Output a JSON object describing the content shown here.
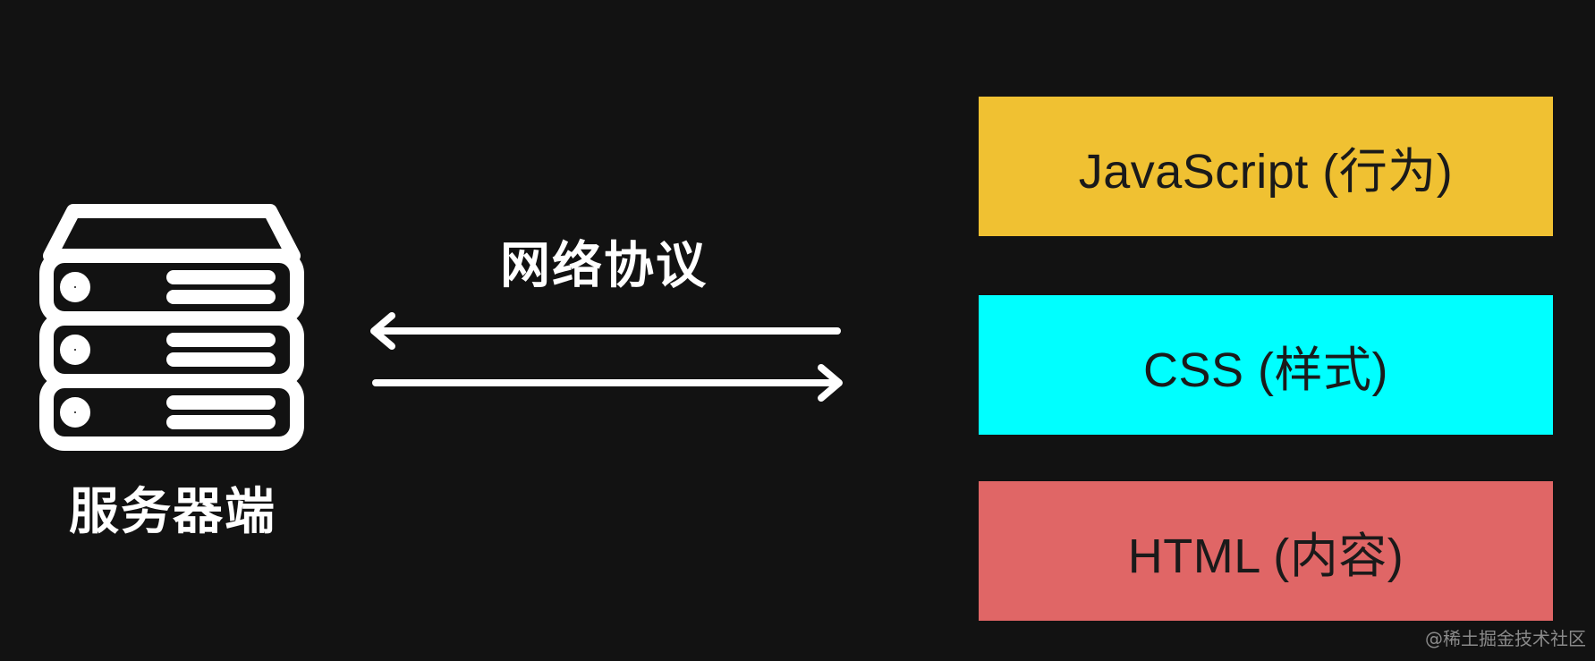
{
  "diagram": {
    "server": {
      "icon": "server-stack-icon",
      "label": "服务器端"
    },
    "connection": {
      "label": "网络协议",
      "arrows": [
        "left-arrow",
        "right-arrow"
      ]
    },
    "layers": [
      {
        "label": "JavaScript (行为)",
        "color": "#f0c132"
      },
      {
        "label": "CSS (样式)",
        "color": "#00ffff"
      },
      {
        "label": "HTML (内容)",
        "color": "#e06666"
      }
    ]
  },
  "watermark": "@稀土掘金技术社区",
  "colors": {
    "background": "#121212",
    "foreground": "#ffffff"
  }
}
